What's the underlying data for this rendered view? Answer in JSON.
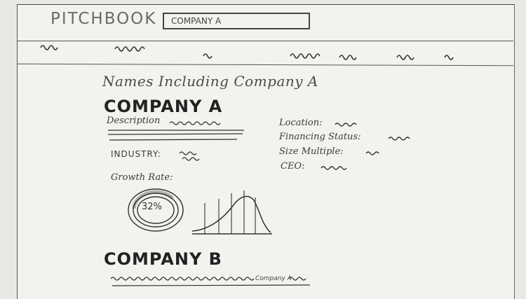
{
  "app": {
    "logo": "PITCHBOOK"
  },
  "search": {
    "value": "COMPANY A"
  },
  "results": {
    "heading": "Names Including Company A",
    "company_a": {
      "name": "COMPANY A",
      "description_label": "Description",
      "industry_label": "INDUSTRY:",
      "location_label": "Location:",
      "financing_label": "Financing Status:",
      "size_label": "Size Multiple:",
      "ceo_label": "CEO:",
      "growth_label": "Growth Rate:",
      "growth_value": "32%"
    },
    "company_b": {
      "name": "COMPANY B",
      "mention": "Company A"
    }
  },
  "colors": {
    "ink": "#2b2b2b",
    "paper": "#f3f2ef"
  }
}
